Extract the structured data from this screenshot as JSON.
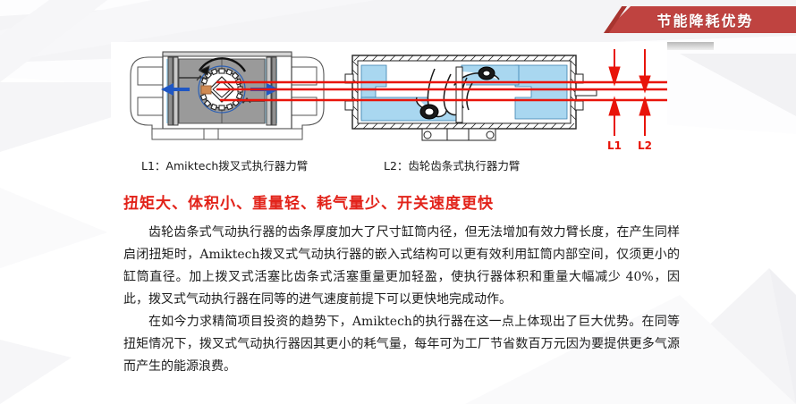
{
  "banner": {
    "label": "节能降耗优势",
    "fill_color": "#bf4340",
    "edge_color": "#a8342f",
    "text_color": "#ffffff"
  },
  "figure": {
    "dimension_labels": [
      "L1",
      "L2"
    ],
    "annotation_color": "#e8140a",
    "chamber_color": "#a9d7f0",
    "piston_color": "#9a9a9a",
    "shaft_color": "#d08a52",
    "arrow_color": "#1f57c4",
    "left_diagram_name": "scotch-yoke-actuator-cutaway",
    "right_diagram_name": "rack-and-pinion-actuator-cutaway"
  },
  "captions": {
    "left": "L1：Amiktech拨叉式执行器力臂",
    "right": "L2：齿轮齿条式执行器力臂"
  },
  "headline": {
    "text": "扭矩大、体积小、重量轻、耗气量少、开关速度更快",
    "color": "#e2231a"
  },
  "body": {
    "paragraph1": "齿轮齿条式气动执行器的齿条厚度加大了尺寸缸筒内径，但无法增加有效力臂长度，在产生同样启闭扭矩时，Amiktech拨叉式气动执行器的嵌入式结构可以更有效利用缸筒内部空间，仅须更小的缸筒直径。加上拨叉式活塞比齿条式活塞重量更加轻盈，使执行器体积和重量大幅减少 40%，因此，拨叉式气动执行器在同等的进气速度前提下可以更快地完成动作。",
    "paragraph2": "在如今力求精简项目投资的趋势下，Amiktech的执行器在这一点上体现出了巨大优势。在同等扭矩情况下，拨叉式气动执行器因其更小的耗气量，每年可为工厂节省数百万元因为要提供更多气源而产生的能源浪费。"
  }
}
